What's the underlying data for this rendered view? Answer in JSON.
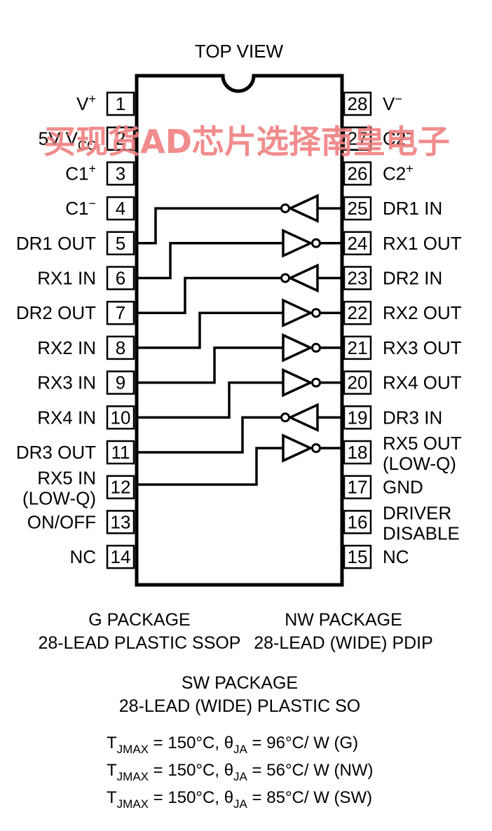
{
  "title": "TOP VIEW",
  "left_pins": [
    {
      "num": "1",
      "label": "V",
      "sup": "+"
    },
    {
      "num": "2",
      "label": "5V V",
      "sub": "CC"
    },
    {
      "num": "3",
      "label": "C1",
      "sup": "+"
    },
    {
      "num": "4",
      "label": "C1",
      "sup": "−"
    },
    {
      "num": "5",
      "label": "DR1 OUT"
    },
    {
      "num": "6",
      "label": "RX1 IN"
    },
    {
      "num": "7",
      "label": "DR2 OUT"
    },
    {
      "num": "8",
      "label": "RX2 IN"
    },
    {
      "num": "9",
      "label": "RX3 IN"
    },
    {
      "num": "10",
      "label": "RX4 IN"
    },
    {
      "num": "11",
      "label": "DR3 OUT"
    },
    {
      "num": "12",
      "label": "RX5 IN",
      "label2": "(LOW-Q)"
    },
    {
      "num": "13",
      "label": "ON/OFF"
    },
    {
      "num": "14",
      "label": "NC"
    }
  ],
  "right_pins": [
    {
      "num": "28",
      "label": "V",
      "sup": "−"
    },
    {
      "num": "27",
      "label": "C2",
      "sup": "−"
    },
    {
      "num": "26",
      "label": "C2",
      "sup": "+"
    },
    {
      "num": "25",
      "label": "DR1 IN"
    },
    {
      "num": "24",
      "label": "RX1 OUT"
    },
    {
      "num": "23",
      "label": "DR2 IN"
    },
    {
      "num": "22",
      "label": "RX2 OUT"
    },
    {
      "num": "21",
      "label": "RX3 OUT"
    },
    {
      "num": "20",
      "label": "RX4 OUT"
    },
    {
      "num": "19",
      "label": "DR3 IN"
    },
    {
      "num": "18",
      "label": "RX5 OUT",
      "label2": "(LOW-Q)"
    },
    {
      "num": "17",
      "label": "GND"
    },
    {
      "num": "16",
      "label": "DRIVER",
      "label2": "DISABLE"
    },
    {
      "num": "15",
      "label": "NC"
    }
  ],
  "packages": {
    "g_name": "G PACKAGE",
    "g_desc": "28-LEAD PLASTIC SSOP",
    "nw_name": "NW PACKAGE",
    "nw_desc": "28-LEAD (WIDE) PDIP",
    "sw_name": "SW PACKAGE",
    "sw_desc": "28-LEAD (WIDE) PLASTIC SO"
  },
  "thermal": [
    {
      "t": "T",
      "tsub": "JMAX",
      "mid": " = 150°C, ",
      "theta": "θ",
      "thsub": "JA",
      "rest": " = 96°C/ W (G)"
    },
    {
      "t": "T",
      "tsub": "JMAX",
      "mid": " = 150°C, ",
      "theta": "θ",
      "thsub": "JA",
      "rest": " = 56°C/ W (NW)"
    },
    {
      "t": "T",
      "tsub": "JMAX",
      "mid": " = 150°C, ",
      "theta": "θ",
      "thsub": "JA",
      "rest": " = 85°C/ W (SW)"
    }
  ],
  "watermark": "买现货AD芯片选择南皇电子"
}
